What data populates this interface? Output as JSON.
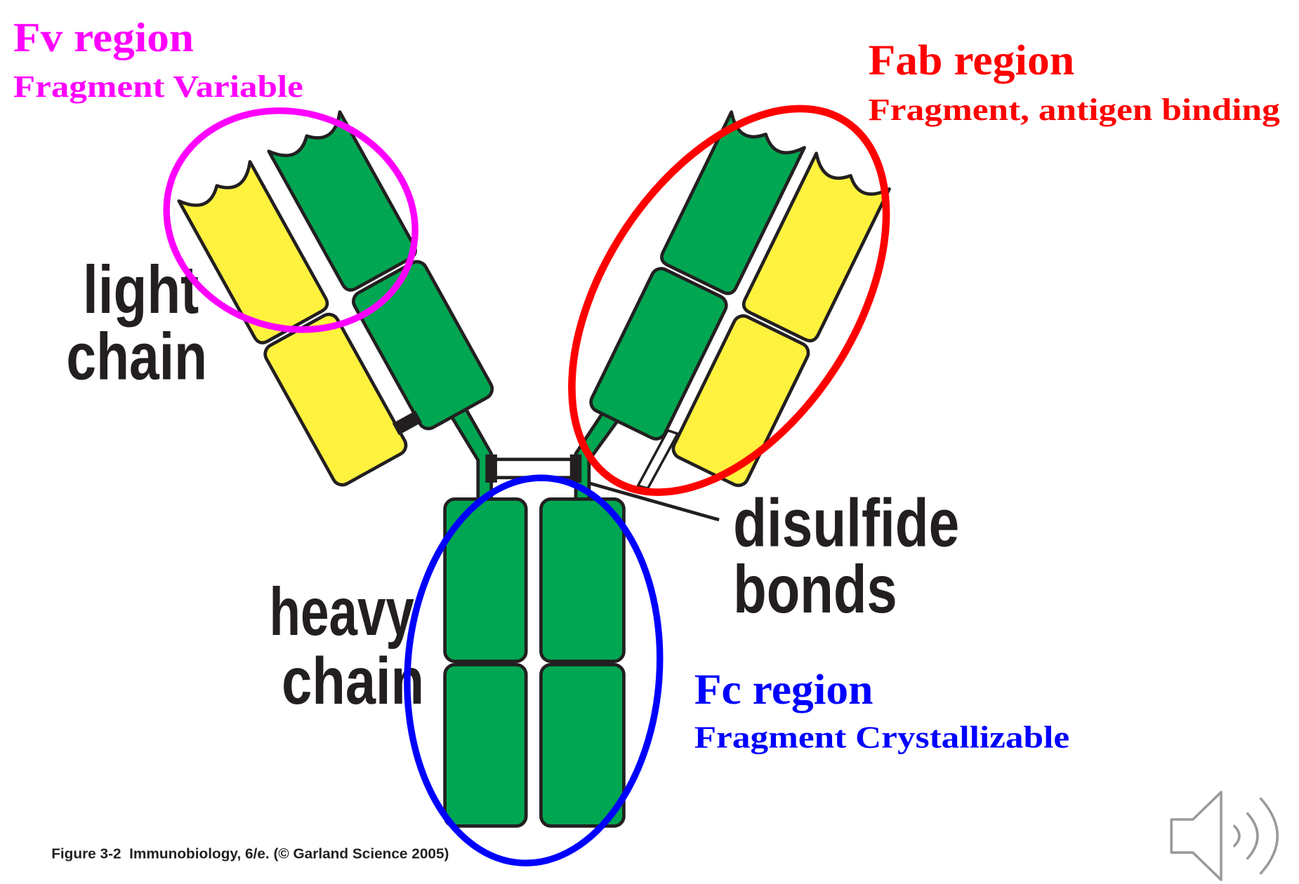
{
  "diagram": {
    "fv_region": {
      "title": "Fv region",
      "subtitle": "Fragment Variable"
    },
    "fab_region": {
      "title": "Fab region",
      "subtitle": "Fragment, antigen binding"
    },
    "fc_region": {
      "title": "Fc region",
      "subtitle": "Fragment Crystallizable"
    },
    "light_chain_label": [
      "light",
      "chain"
    ],
    "heavy_chain_label": [
      "heavy",
      "chain"
    ],
    "disulfide_label": [
      "disulfide",
      "bonds"
    ]
  },
  "caption": "Figure 3-2  Immunobiology, 6/e. (© Garland Science 2005)",
  "colors": {
    "fv_region": "#ff00ff",
    "fab_region": "#ff0000",
    "fc_region": "#0000ff",
    "heavy_chain": "#00a651",
    "light_chain": "#fff23e",
    "ink": "#231f20"
  },
  "icons": {
    "audio": "speaker-icon"
  }
}
